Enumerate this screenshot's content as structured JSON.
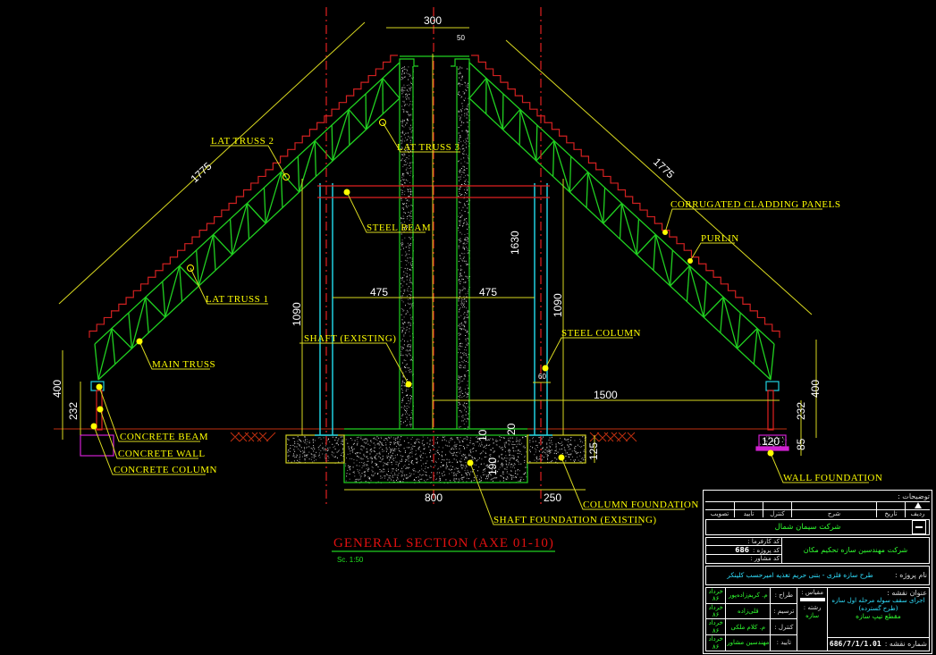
{
  "drawing": {
    "title": "GENERAL SECTION  (AXE  01-10)",
    "scale": "Sc. 1:50",
    "labels": {
      "lat_truss_2": "LAT  TRUSS  2",
      "lat_truss_3": "LAT  TRUSS  3",
      "lat_truss_1": "LAT  TRUSS  1",
      "steel_beam": "STEEL  BEAM",
      "corrugated": "CORRUGATED  CLADDING  PANELS",
      "purlin": "PURLIN",
      "steel_column": "STEEL  COLUMN",
      "shaft": "SHAFT  (EXISTING)",
      "main_truss": "MAIN  TRUSS",
      "concrete_beam": "CONCRETE  BEAM",
      "concrete_wall": "CONCRETE  WALL",
      "concrete_column": "CONCRETE  COLUMN",
      "wall_foundation": "WALL  FOUNDATION",
      "column_foundation": "COLUMN  FOUNDATION",
      "shaft_foundation": "SHAFT  FOUNDATION  (EXISTING)"
    },
    "dims": {
      "top_width": "300",
      "top_small": "50",
      "slope_left": "1775",
      "slope_right": "1775",
      "height_center": "1630",
      "col_left": "1090",
      "col_right": "1090",
      "span_left": "475",
      "span_right": "475",
      "span_1500": "1500",
      "wall_left_400": "400",
      "wall_left_232": "232",
      "wall_right_400": "400",
      "wall_right_232": "232",
      "wall_right_85": "85",
      "wall_found_120": "120",
      "col_60": "60",
      "found_125": "125",
      "found_800": "800",
      "found_250": "250",
      "found_190": "190",
      "found_10": "10",
      "found_20": "20"
    }
  },
  "title_block": {
    "header": "توضیحات :",
    "rev_cols": [
      "ردیف",
      "تاریخ",
      "شرح",
      "کنترل",
      "تایید",
      "تصویب"
    ],
    "client": "شرکت سیمان شمال",
    "consultant": "شرکت مهندسین سازه تحکیم مکان",
    "contract_label": "کد کارفرما :",
    "project_code_label": "کد پروژه :",
    "project_code": "686",
    "consultant_code_label": "کد مشاور :",
    "project_label": "نام پروژه :",
    "project": "طرح سازه فلزی - بتنی حریم تغذیه امیرحسب کلینکر",
    "drawing_title_label": "عنوان نقشه :",
    "drawing_title_line1": "اجرای سقف سوله مرحله اول سازه (طرح گسترده)",
    "drawing_title_line2": "مقطع تیپ سازه",
    "drawing_no_label": "شماره نقشه :",
    "drawing_no": "686/7/1/1.01",
    "scale_label": "مقیاس :",
    "discipline_label": "رشته :",
    "discipline": "سازه",
    "people": [
      {
        "role": "طراح :",
        "name": "م. کریم‌زاده‌پور",
        "date": "خرداد ۸۶"
      },
      {
        "role": "ترسیم :",
        "name": "قلی‌زاده",
        "date": "خرداد ۸۶"
      },
      {
        "role": "کنترل :",
        "name": "م. کلام ملکی",
        "date": "خرداد ۸۶"
      },
      {
        "role": "تایید :",
        "name": "مهندسین مشاور",
        "date": "خرداد ۸۶"
      }
    ]
  }
}
